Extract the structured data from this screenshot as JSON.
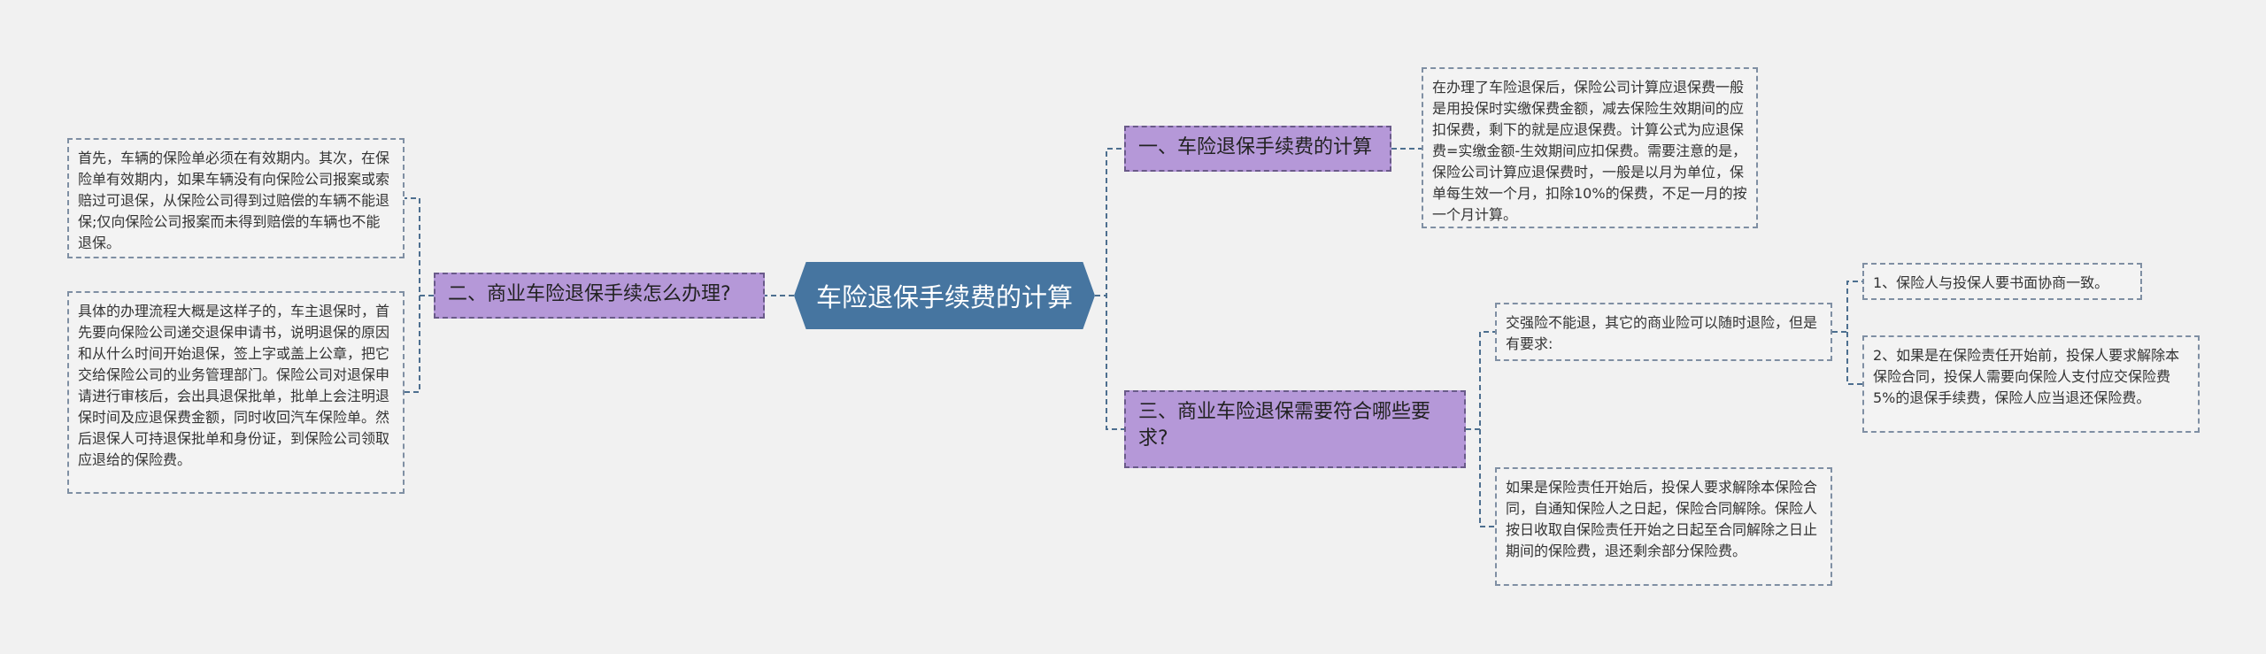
{
  "root": {
    "label": "车险退保手续费的计算"
  },
  "branch1": {
    "label": "一、车险退保手续费的计算",
    "text": "在办理了车险退保后，保险公司计算应退保费一般是用投保时实缴保费金额，减去保险生效期间的应扣保费，剩下的就是应退保费。计算公式为应退保费=实缴金额-生效期间应扣保费。需要注意的是，保险公司计算应退保费时，一般是以月为单位，保单每生效一个月，扣除10%的保费，不足一月的按一个月计算。"
  },
  "branch2": {
    "label": "二、商业车险退保手续怎么办理?",
    "text1": "首先，车辆的保险单必须在有效期内。其次，在保险单有效期内，如果车辆没有向保险公司报案或索赔过可退保，从保险公司得到过赔偿的车辆不能退保;仅向保险公司报案而未得到赔偿的车辆也不能退保。",
    "text2": "具体的办理流程大概是这样子的，车主退保时，首先要向保险公司递交退保申请书，说明退保的原因和从什么时间开始退保，签上字或盖上公章，把它交给保险公司的业务管理部门。保险公司对退保申请进行审核后，会出具退保批单，批单上会注明退保时间及应退保费金额，同时收回汽车保险单。然后退保人可持退保批单和身份证，到保险公司领取应退给的保险费。"
  },
  "branch3": {
    "label": "三、商业车险退保需要符合哪些要求?",
    "text1": "交强险不能退，其它的商业险可以随时退险，但是有要求:",
    "req1": "1、保险人与投保人要书面协商一致。",
    "req2": "2、如果是在保险责任开始前，投保人要求解除本保险合同，投保人需要向保险人支付应交保险费5%的退保手续费，保险人应当退还保险费。",
    "text2": "如果是保险责任开始后，投保人要求解除本保险合同，自通知保险人之日起，保险合同解除。保险人按日收取自保险责任开始之日起至合同解除之日止期间的保险费，退还剩余部分保险费。"
  },
  "colors": {
    "background": "#f1f1f1",
    "root": "#4675a0",
    "branch": "#b598d8",
    "link": "#4d6f8f"
  }
}
